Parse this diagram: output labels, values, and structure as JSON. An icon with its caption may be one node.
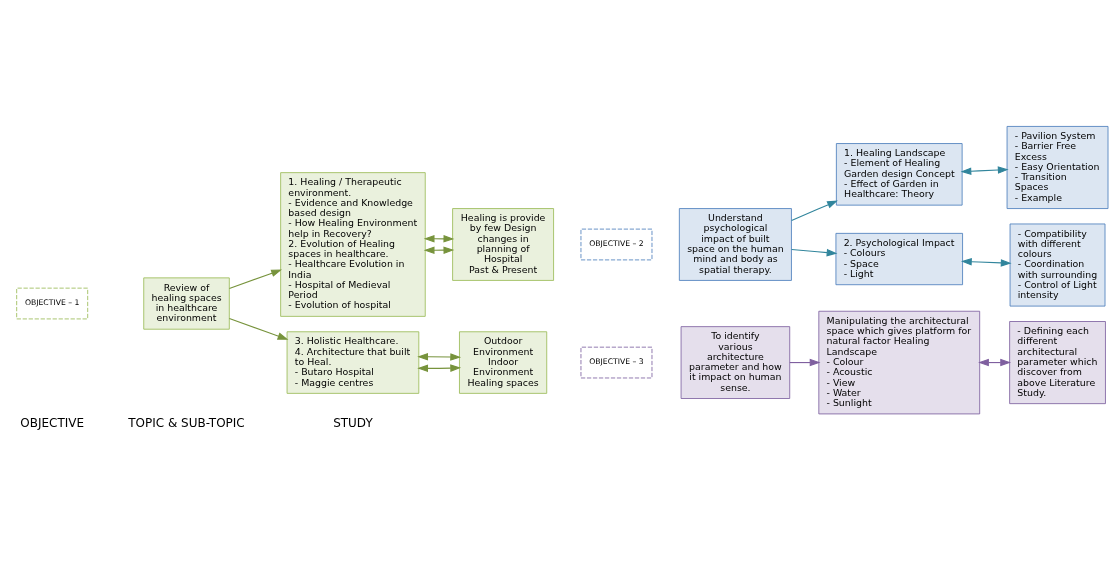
{
  "diagram": {
    "nodes": [
      {
        "text": [
          "OBJECTIVE – 1"
        ]
      },
      {
        "text": [
          "Review of healing spaces in healthcare environment"
        ]
      },
      {
        "text": [
          "1. Healing / Therapeutic environment.",
          "- Evidence and Knowledge based design",
          "- How Healing Environment help in Recovery?",
          "2. Evolution of Healing spaces in healthcare.",
          "- Healthcare Evolution in India",
          "- Hospital of Medieval Period",
          "- Evolution of hospital"
        ]
      },
      {
        "text": [
          "Healing is provide by few Design changes in planning of Hospital",
          "Past & Present"
        ]
      },
      {
        "text": [
          "3. Holistic Healthcare.",
          "4. Architecture that built to Heal.",
          "- Butaro Hospital",
          "- Maggie centres"
        ]
      },
      {
        "text": [
          "Outdoor Environment Indoor Environment",
          "Healing spaces"
        ]
      },
      {
        "text": [
          "OBJECTIVE – 2"
        ]
      },
      {
        "text": [
          "Understand psychological impact of built space on the human mind and body as spatial therapy."
        ]
      },
      {
        "text": [
          "1. Healing Landscape",
          "- Element of Healing Garden design Concept",
          "- Effect of Garden in Healthcare: Theory"
        ]
      },
      {
        "text": [
          "- Pavilion System",
          "- Barrier Free Excess",
          "- Easy Orientation",
          "- Transition Spaces",
          "- Example"
        ]
      },
      {
        "text": [
          "2. Psychological Impact",
          "- Colours",
          "- Space",
          "- Light"
        ]
      },
      {
        "text": [
          "- Compatibility with different colours",
          "- Coordination with surrounding",
          "- Control of Light intensity"
        ]
      },
      {
        "text": [
          "OBJECTIVE – 3"
        ]
      },
      {
        "text": [
          "To identify various architecture parameter and how it impact on human sense."
        ]
      },
      {
        "text": [
          "Manipulating the architectural space which gives platform for natural factor Healing Landscape",
          "- Colour",
          "- Acoustic",
          "- View",
          "- Water",
          "- Sunlight"
        ]
      },
      {
        "text": [
          "- Defining each different architectural parameter which discover from above Literature Study."
        ]
      }
    ],
    "edges": [
      {
        "from": 1,
        "to": 2,
        "arrow": "to"
      },
      {
        "from": 1,
        "to": 4,
        "arrow": "to"
      },
      {
        "from": 2,
        "to": 3,
        "arrow": "both"
      },
      {
        "from": 2,
        "to": 3,
        "arrow": "both"
      },
      {
        "from": 4,
        "to": 5,
        "arrow": "both"
      },
      {
        "from": 4,
        "to": 5,
        "arrow": "both"
      },
      {
        "from": 7,
        "to": 8,
        "arrow": "to",
        "color": "#31859c"
      },
      {
        "from": 7,
        "to": 10,
        "arrow": "to",
        "color": "#31859c"
      },
      {
        "from": 8,
        "to": 9,
        "arrow": "both",
        "color": "#31859c"
      },
      {
        "from": 10,
        "to": 11,
        "arrow": "both",
        "color": "#31859c"
      },
      {
        "from": 13,
        "to": 14,
        "arrow": "to",
        "color": "#7f5f9f"
      },
      {
        "from": 14,
        "to": 15,
        "arrow": "both",
        "color": "#7f5f9f"
      }
    ],
    "labels": [
      "OBJECTIVE",
      "TOPIC & SUB-TOPIC",
      "STUDY"
    ]
  }
}
